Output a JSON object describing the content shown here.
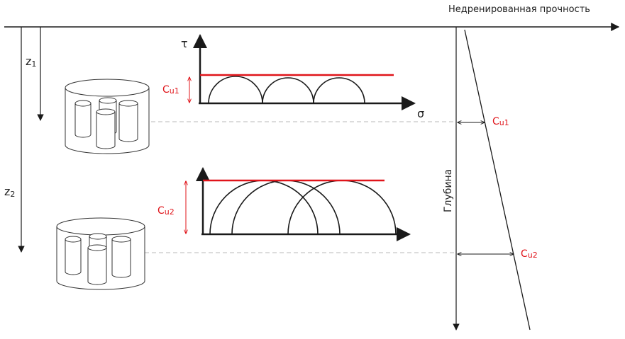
{
  "axes": {
    "strength_label": "Недренированная прочность",
    "depth_label": "Глубина",
    "depth_z1": "z",
    "depth_z1_sub": "1",
    "depth_z2": "z",
    "depth_z2_sub": "2"
  },
  "mohr_top": {
    "tau_label": "τ",
    "sigma_label": "σ",
    "cu_label": "C",
    "cu_sub": "u1"
  },
  "mohr_bottom": {
    "cu_label": "C",
    "cu_sub": "u2"
  },
  "profile": {
    "cu1_label": "C",
    "cu1_sub": "u1",
    "cu2_label": "C",
    "cu2_sub": "u2"
  },
  "colors": {
    "line": "#1a1a1a",
    "accent": "#e0141a",
    "dashed": "#c8c8c8",
    "sample": "#333333"
  }
}
